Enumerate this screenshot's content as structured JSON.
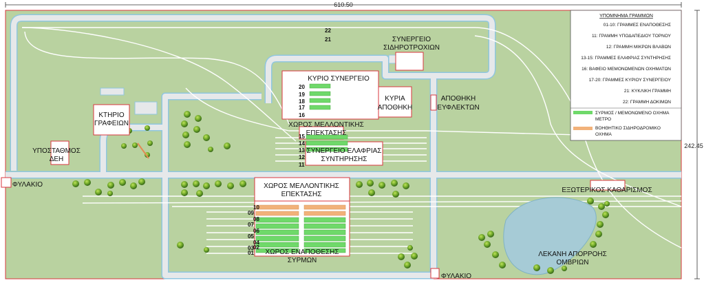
{
  "dimensions": {
    "width": "610.50",
    "height": "242.45"
  },
  "buildings": {
    "synergeio_sidirotrochion": [
      "ΣΥΝΕΡΓΕΙΟ",
      "ΣΙΔΗΡΟΤΡΟΧΙΩΝ"
    ],
    "kyrio_synergeio": "ΚΥΡΙΟ ΣΥΝΕΡΓΕΙΟ",
    "kyria_apothiki": [
      "ΚΥΡΙΑ",
      "ΑΠΟΘΗΚΗ"
    ],
    "apothiki_eyflekton": [
      "ΑΠΟΘΗΚΗ",
      "ΕΥΦΛΕΚΤΩΝ"
    ],
    "ktirio_grafeion": [
      "ΚΤΗΡΙΟ",
      "ΓΡΑΦΕΙΩΝ"
    ],
    "ypostathmos_dei": [
      "ΥΠΟΣΤΑΘΜΟΣ",
      "ΔΕΗ"
    ],
    "fylakio": "ΦΥΛΑΚΙΟ",
    "xoros_mellontikis_1": [
      "ΧΩΡΟΣ ΜΕΛΛΟΝΤΙΚΗΣ",
      "ΕΠΕΚΤΑΣΗΣ"
    ],
    "synergeio_elafrias": [
      "ΣΥΝΕΡΓΕΙΟ ΕΛΑΦΡΙΑΣ",
      "ΣΥΝΤΗΡΗΣΗΣ"
    ],
    "xoros_mellontikis_2": [
      "ΧΩΡΟΣ ΜΕΛΛΟΝΤΙΚΗΣ",
      "ΕΠΕΚΤΑΣΗΣ"
    ],
    "xoros_enapothesis": [
      "ΧΩΡΟΣ ΕΝΑΠΟΘΕΣΗΣ",
      "ΣΥΡΜΩΝ"
    ],
    "exoterikos_katharismos": "ΕΞΩΤΕΡΙΚΟΣ ΚΑΘΑΡΙΣΜΟΣ",
    "lekani": [
      "ΛΕΚΑΝΗ ΑΠΟΡΡΟΗΣ",
      "ΟΜΒΡΙΩΝ"
    ]
  },
  "track_numbers": {
    "top": [
      "22",
      "21"
    ],
    "main_shop": [
      "20",
      "19",
      "18",
      "17",
      "16"
    ],
    "light_shop": [
      "15",
      "14",
      "13",
      "12",
      "11"
    ],
    "stabling": [
      "10",
      "09",
      "08",
      "07",
      "06",
      "05",
      "04",
      "03",
      "02",
      "01"
    ]
  },
  "legend": {
    "title": "ΥΠΟΜΝΗΜΑ ΓΡΑΜΜΩΝ",
    "items": [
      "01-10: ΓΡΑΜΜΕΣ ΕΝΑΠΟΘΕΣΗΣ",
      "11: ΓΡΑΜΜΗ ΥΠΟΔΑΠΕΔΙΟΥ ΤΟΡΝΟΥ",
      "12: ΓΡΑΜΜΗ ΜΙΚΡΩΝ ΒΛΑΒΩΝ",
      "13-15: ΓΡΑΜΜΕΣ ΕΛΑΦΡΙΑΣ ΣΥΝΤΗΡΗΣΗΣ",
      "16: ΒΑΦΕΙΟ ΜΕΜΟΝΩΜΕΝΩΝ ΟΧΗΜΑΤΩΝ",
      "17-20: ΓΡΑΜΜΕΣ ΚΥΡΙΟΥ ΣΥΝΕΡΓΕΙΟΥ",
      "21: ΚΥΚΛΙΚΗ ΓΡΑΜΜΗ",
      "22: ΓΡΑΜΜΗ ΔΟΚΙΜΩΝ"
    ],
    "swatch_green": [
      "ΣΥΡΜΟΣ / ΜΕΜΟΝΩΜΕΝΟ ΟΧΗΜΑ",
      "ΜΕΤΡΟ"
    ],
    "swatch_orange": [
      "ΒΟΗΘΗΤΙΚΟ ΣΙΔΗΡΟΔΡΟΜΙΚΟ",
      "ΟΧΗΜΑ"
    ]
  },
  "colors": {
    "grass": "#b9d2a0",
    "road": "#e6e8ea",
    "road_edge": "#8fc6e0",
    "building_border": "#d9363e",
    "train_green": "#6fd96a",
    "train_orange": "#f2b27a",
    "pond": "#a6cbd6"
  }
}
